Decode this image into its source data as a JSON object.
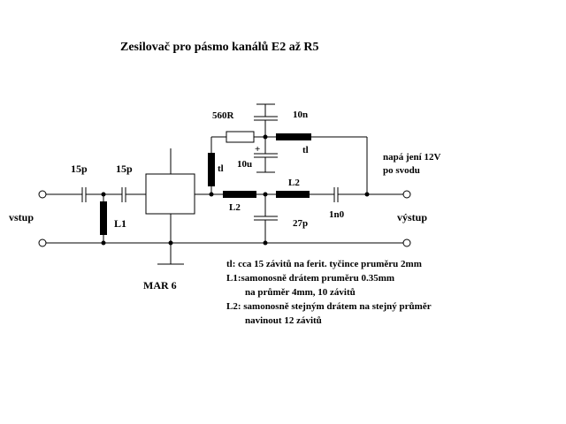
{
  "title": "Zesilovač pro pásmo kanálů E2 až R5",
  "components": {
    "c_in1": "15p",
    "c_in2": "15p",
    "l1": "L1",
    "ic": "MAR 6",
    "r_bias": "560R",
    "c_top": "10n",
    "c_elec": "10u",
    "elec_polarity": "+",
    "tl_left": "tl",
    "tl_right": "tl",
    "l2_left": "L2",
    "l2_right": "L2",
    "c_shunt": "27p",
    "c_out": "1n0"
  },
  "ports": {
    "input": "vstup",
    "output": "výstup",
    "supply_line1": "napá jení 12V",
    "supply_line2": "po svodu"
  },
  "notes": [
    "tl: cca 15 závitů na ferit. tyčince pruměru 2mm",
    "L1:samonosně drátem pruměru 0.35mm",
    "na průměr 4mm, 10 závitů",
    "L2: samonosně stejným drátem na stejný průměr",
    "navinout 12 závitů"
  ]
}
